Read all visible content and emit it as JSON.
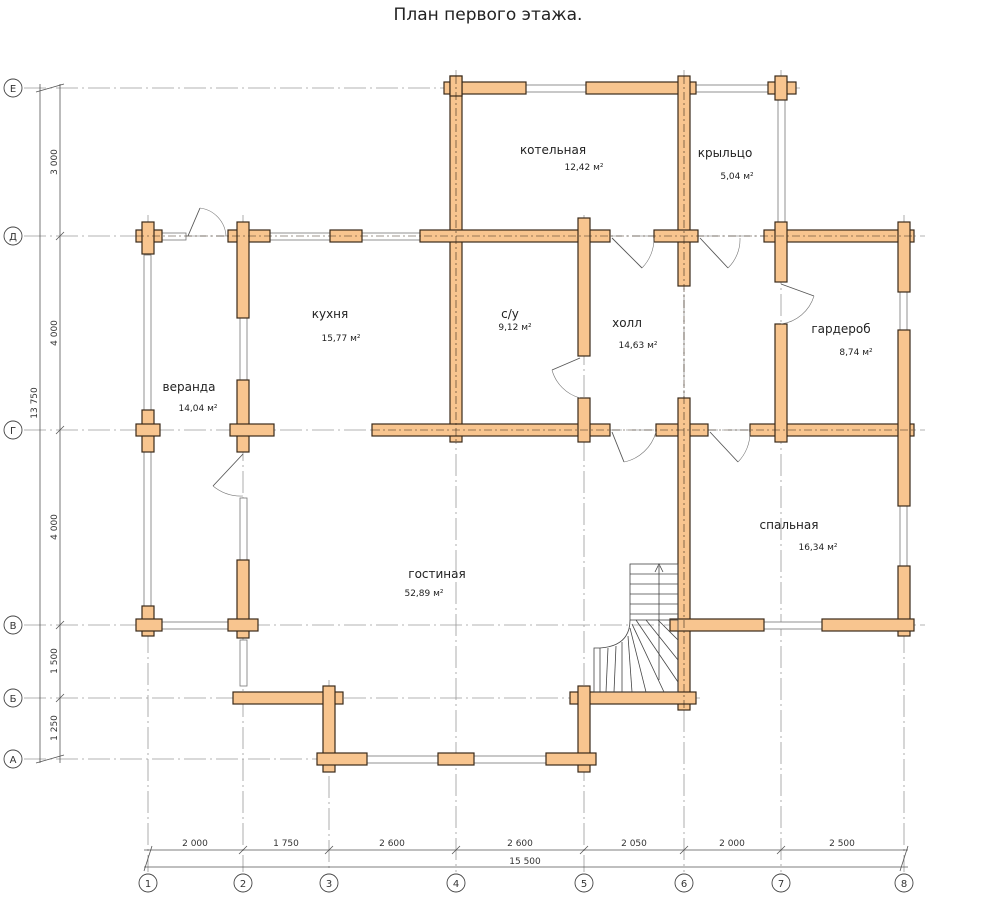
{
  "title": "План первого этажа.",
  "rooms": [
    {
      "name": "котельная",
      "area": "12,42 м²"
    },
    {
      "name": "крыльцо",
      "area": "5,04 м²"
    },
    {
      "name": "кухня",
      "area": "15,77 м²"
    },
    {
      "name": "с/у",
      "area": "9,12 м²"
    },
    {
      "name": "холл",
      "area": "14,63 м²"
    },
    {
      "name": "гардероб",
      "area": "8,74 м²"
    },
    {
      "name": "веранда",
      "area": "14,04 м²"
    },
    {
      "name": "гостиная",
      "area": "52,89 м²"
    },
    {
      "name": "спальная",
      "area": "16,34 м²"
    }
  ],
  "axes_rows": [
    "Е",
    "Д",
    "Г",
    "В",
    "Б",
    "А"
  ],
  "axes_cols": [
    "1",
    "2",
    "3",
    "4",
    "5",
    "6",
    "7",
    "8"
  ],
  "dims_left": [
    "3 000",
    "4 000",
    "4 000",
    "1 500",
    "1 250"
  ],
  "dim_left_total": "13 750",
  "dims_bottom": [
    "2 000",
    "1 750",
    "2 600",
    "2 600",
    "2 050",
    "2 000",
    "2 500"
  ],
  "dim_bottom_total": "15 500"
}
